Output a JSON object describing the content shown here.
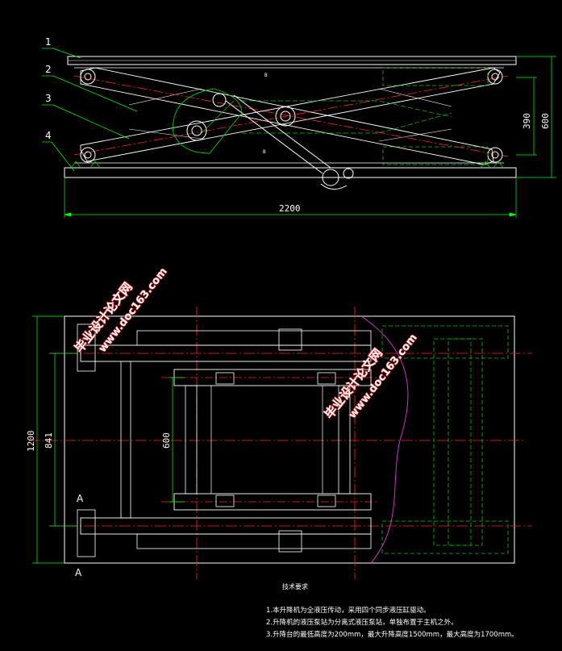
{
  "drawing": {
    "top_view": {
      "callouts": [
        "1",
        "2",
        "3",
        "4"
      ],
      "dims": {
        "length": "2200",
        "height_inner": "390",
        "height_outer": "600"
      },
      "small_marks": [
        "B",
        "B"
      ]
    },
    "plan_view": {
      "dims": {
        "width_outer": "1200",
        "width_inner": "841",
        "center_span": "600"
      },
      "section_marks": [
        "A",
        "A"
      ]
    },
    "watermarks": [
      {
        "cn": "毕业设计论文网",
        "url": "www.doc163.com"
      },
      {
        "cn": "毕业设计论文网",
        "url": "www.doc163.com"
      }
    ],
    "notes_title": "技术要求",
    "notes": [
      "1.本升降机为全液压传动，采用四个同步液压缸驱动。",
      "2.升降机的液压泵站为分离式液压泵站，单独布置于主机之外。",
      "3.升降台的最低高度为200mm，最大升降高度1500mm，最大高度为1700mm。"
    ]
  },
  "colors": {
    "line": "#ffffff",
    "dim": "#00ff00",
    "center": "#ff2222",
    "hidden": "#00cc00",
    "curve": "#cc33cc",
    "watermark_stroke": "#ff2222"
  }
}
